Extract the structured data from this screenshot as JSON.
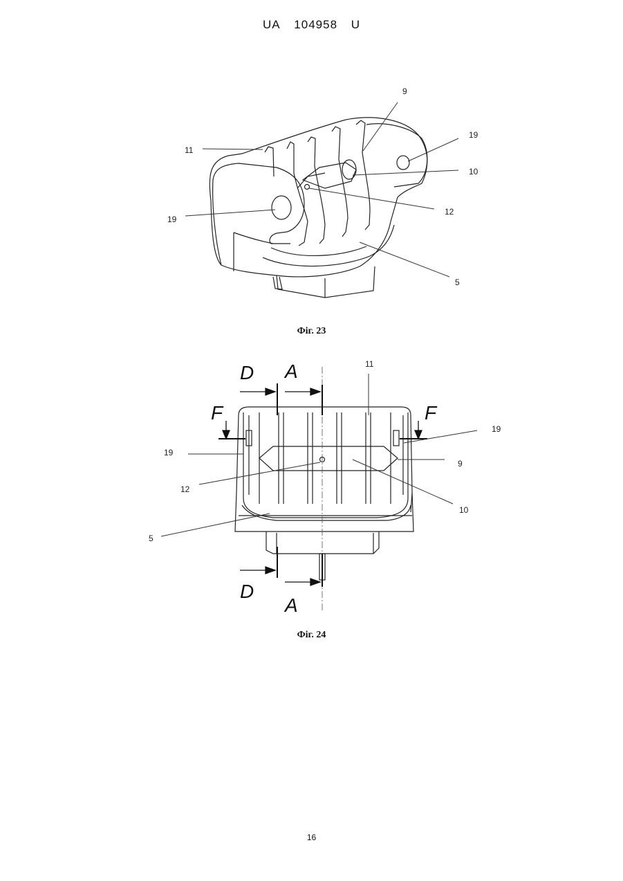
{
  "header": {
    "office": "UA",
    "number": "104958",
    "kind": "U"
  },
  "figure23": {
    "caption": "Фіг. 23",
    "labels": {
      "l9": "9",
      "l19_right": "19",
      "l11": "11",
      "l10": "10",
      "l19_left": "19",
      "l12": "12",
      "l5": "5"
    }
  },
  "figure24": {
    "caption": "Фіг. 24",
    "labels": {
      "d_top": "D",
      "a_top": "A",
      "l11": "11",
      "f_left": "F",
      "f_right": "F",
      "l19_right": "19",
      "l19_left": "19",
      "l9": "9",
      "l12": "12",
      "l10": "10",
      "l5": "5",
      "d_bottom": "D",
      "a_bottom": "A"
    }
  },
  "page_number": "16"
}
